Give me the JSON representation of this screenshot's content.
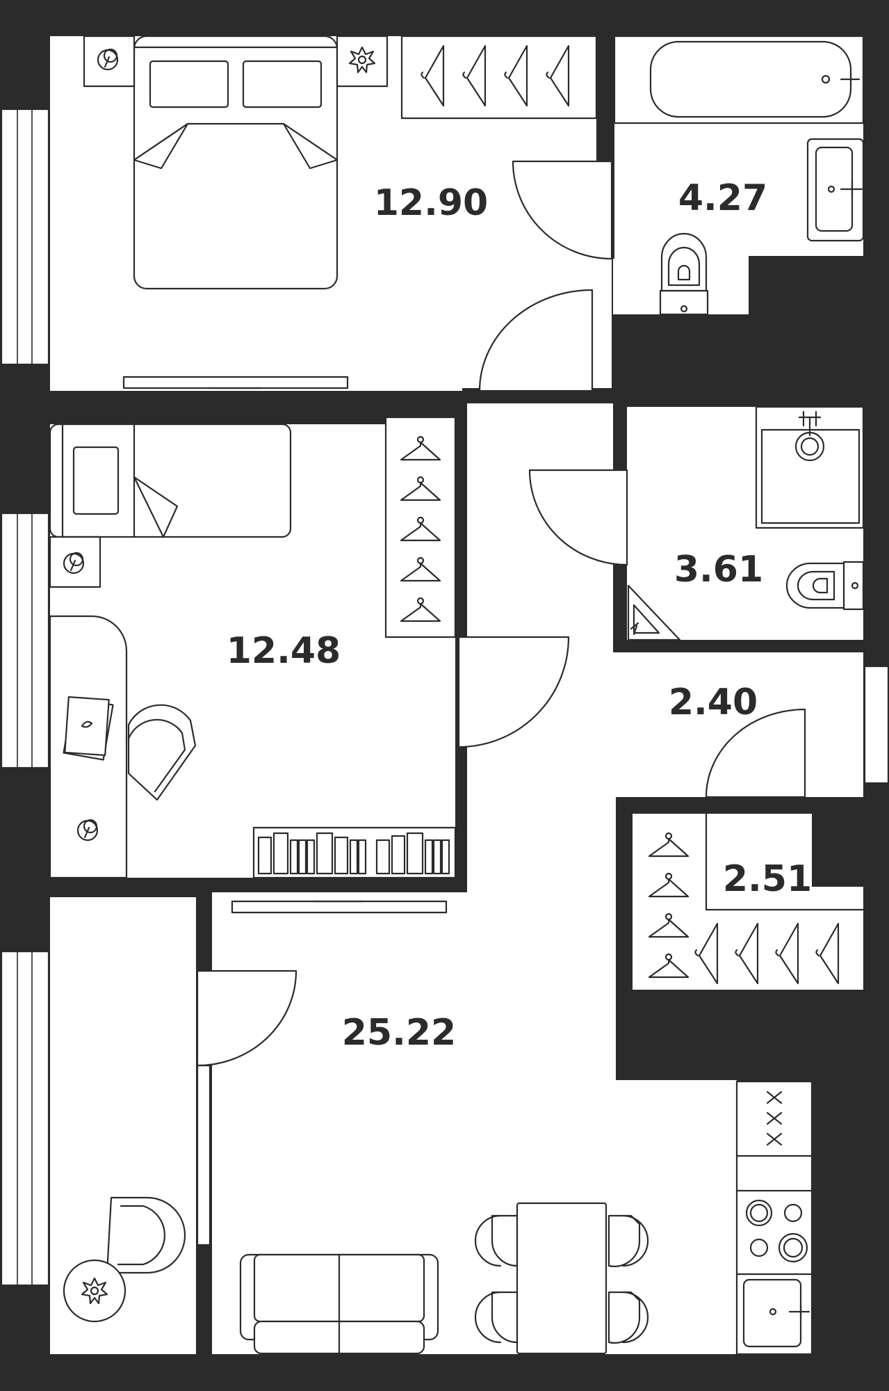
{
  "plan": {
    "colors": {
      "wall": "#2b2b2b",
      "floor": "#ffffff",
      "line": "#2b2b2b"
    },
    "rooms": [
      {
        "id": "bedroom-1",
        "area": "12.90"
      },
      {
        "id": "bathroom",
        "area": "4.27"
      },
      {
        "id": "bedroom-2",
        "area": "12.48"
      },
      {
        "id": "toilet",
        "area": "3.61"
      },
      {
        "id": "hall",
        "area": "2.40"
      },
      {
        "id": "wardrobe-room",
        "area": "2.51"
      },
      {
        "id": "living-kitchen",
        "area": "25.22"
      }
    ],
    "icons": [
      "bed-icon",
      "bathtub-icon",
      "sink-icon",
      "toilet-icon",
      "hanger-icon",
      "desk-icon",
      "chair-icon",
      "bookshelf-icon",
      "sofa-icon",
      "dining-table-icon",
      "stove-icon",
      "plant-icon",
      "lamp-icon",
      "door-icon",
      "window-icon"
    ]
  }
}
